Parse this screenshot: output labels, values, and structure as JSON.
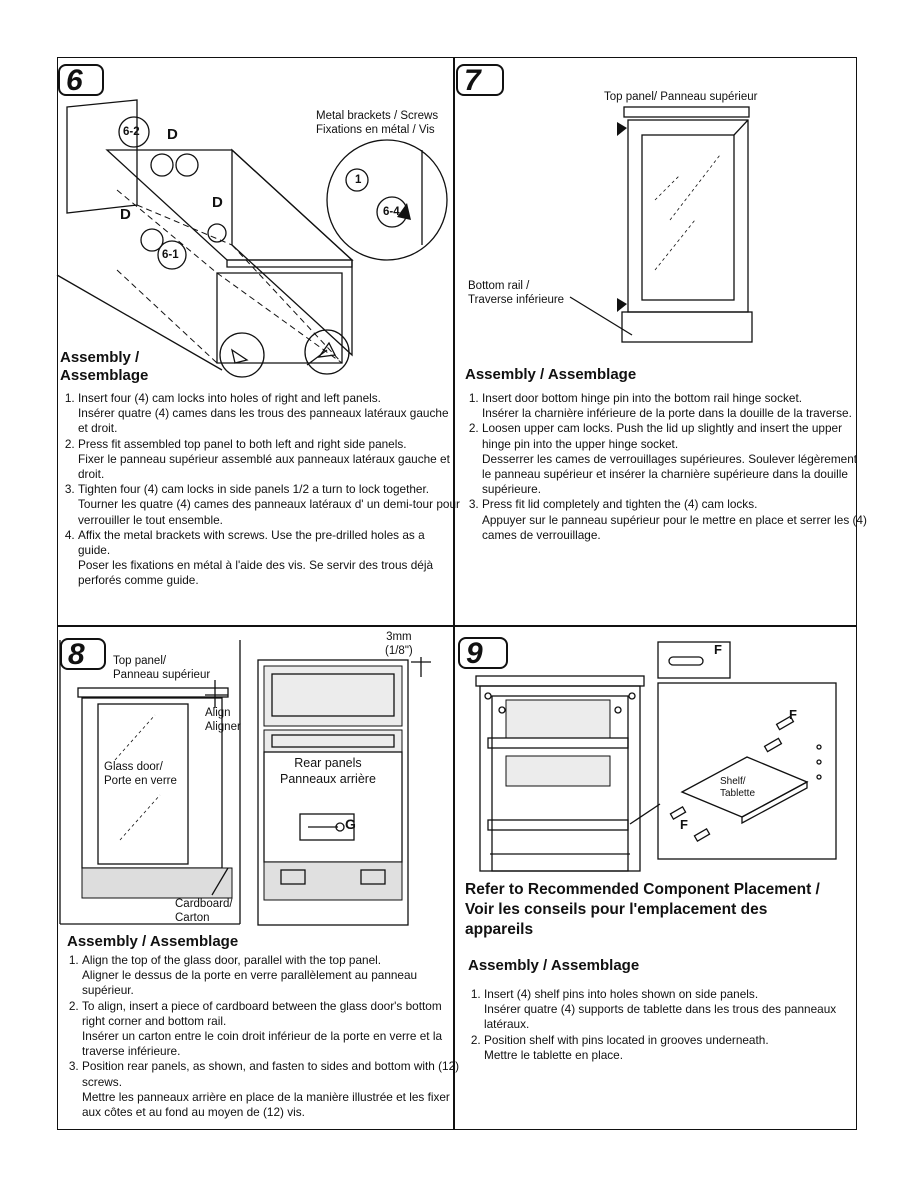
{
  "step6": {
    "number": "6",
    "callout_62": "6-2",
    "callout_61": "6-1",
    "callout_64": "6-4",
    "callout_1": "1",
    "label_d1": "D",
    "label_d2": "D",
    "label_d3": "D",
    "brackets_label_line1": "Metal brackets / Screws",
    "brackets_label_line2": "Fixations en métal / Vis",
    "heading_line1": "Assembly /",
    "heading_line2": "Assemblage",
    "steps": [
      {
        "en": "Insert four (4) cam locks into holes of right and left panels.",
        "fr": "Insérer quatre (4) cames dans les trous des panneaux latéraux gauche et droit."
      },
      {
        "en": "Press fit assembled top panel to both left and right side panels.",
        "fr": "Fixer le panneau supérieur assemblé aux panneaux latéraux gauche et droit."
      },
      {
        "en": "Tighten four (4) cam locks in side panels 1/2 a turn to lock together.",
        "fr": "Tourner les quatre (4) cames des panneaux latéraux d' un demi-tour pour verrouiller le tout ensemble."
      },
      {
        "en": "Affix the metal brackets with screws. Use the pre-drilled holes as a guide.",
        "fr": "Poser les fixations en métal à l'aide des vis. Se servir des trous déjà perforés comme guide."
      }
    ]
  },
  "step7": {
    "number": "7",
    "top_panel_label": "Top panel/ Panneau supérieur",
    "bottom_rail_line1": "Bottom rail /",
    "bottom_rail_line2": "Traverse inférieure",
    "heading": "Assembly / Assemblage",
    "steps": [
      {
        "en": "Insert door bottom hinge pin into the bottom rail hinge socket.",
        "fr": "Insérer la charnière inférieure de la porte dans la douille de la traverse."
      },
      {
        "en": "Loosen upper cam locks. Push the lid up slightly and insert the upper hinge pin into the upper hinge socket.",
        "fr": "Desserrer les cames de verrouillages supérieures. Soulever légèrement le panneau supérieur et insérer la charnière supérieure dans la douille supérieure."
      },
      {
        "en": "Press fit lid completely and tighten the (4) cam locks.",
        "fr": "Appuyer sur le panneau supérieur pour le mettre en place et serrer les (4) cames de verrouillage."
      }
    ]
  },
  "step8": {
    "number": "8",
    "top_panel_line1": "Top panel/",
    "top_panel_line2": "Panneau supérieur",
    "align_line1": "Align",
    "align_line2": "Aligner",
    "glass_door_line1": "Glass door/",
    "glass_door_line2": "Porte en verre",
    "cardboard_line1": "Cardboard/",
    "cardboard_line2": "Carton",
    "gap_line1": "3mm",
    "gap_line2": "(1/8\")",
    "rear_panels_line1": "Rear panels",
    "rear_panels_line2": "Panneaux arrière",
    "screw_label": "G",
    "heading": "Assembly / Assemblage",
    "steps": [
      {
        "en": "Align the top of the glass door, parallel with the top panel.",
        "fr": "Aligner le dessus de la porte en verre parallèlement au panneau supérieur."
      },
      {
        "en": "To align, insert a piece of cardboard between the glass door's bottom right corner and bottom rail.",
        "fr": "Insérer un carton entre le coin droit inférieur de la porte en verre et la traverse inférieure."
      },
      {
        "en": "Position rear panels, as shown, and fasten to sides and bottom with (12) screws.",
        "fr": "Mettre les panneaux arrière en place de la manière illustrée et les fixer aux côtes et au fond au moyen de (12) vis."
      }
    ]
  },
  "step9": {
    "number": "9",
    "pin_label": "F",
    "pin_label_2": "F",
    "pin_label_3": "F",
    "shelf_line1": "Shelf/",
    "shelf_line2": "Tablette",
    "ref_line1": "Refer to Recommended  Component  Placement /",
    "ref_line2": "Voir les conseils pour l'emplacement des",
    "ref_line3": "appareils",
    "heading": "Assembly / Assemblage",
    "steps": [
      {
        "en": "Insert (4) shelf pins into holes shown on side panels.",
        "fr": "Insérer quatre (4) supports de tablette dans les trous des panneaux latéraux."
      },
      {
        "en": "Position shelf with pins located in grooves underneath.",
        "fr": "Mettre le tablette en place."
      }
    ]
  }
}
